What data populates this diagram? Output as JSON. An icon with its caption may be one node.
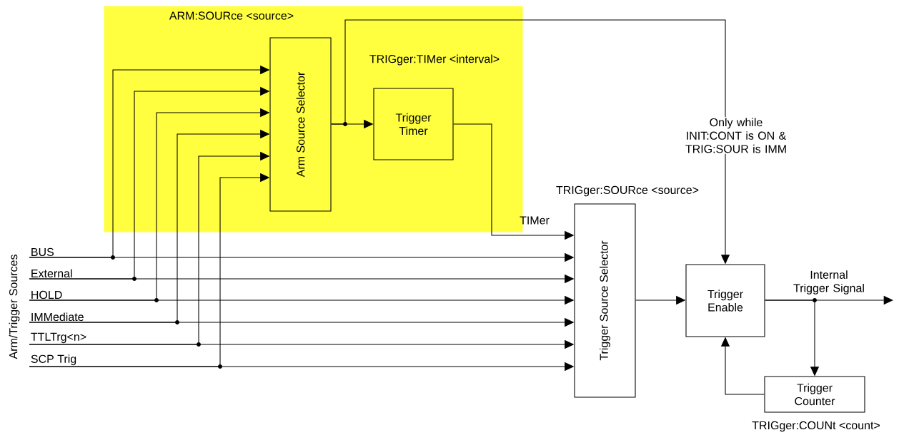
{
  "diagram": {
    "nodes": [
      {
        "text": [
          "ARM:SOURce <source>"
        ]
      },
      {
        "text": [
          "Arm Source Selector"
        ],
        "in": 0
      },
      {
        "text": [
          "Trigger Timer"
        ],
        "in": 0,
        "beside": [
          "TRIGger:TIMer <interval>"
        ]
      },
      {
        "text": [
          "Trigger Source Selector"
        ],
        "beside": [
          "TRIGger:SOURce <source>"
        ]
      },
      {
        "text": [
          "Trigger Enable"
        ]
      },
      {
        "text": [
          "Trigger Counter"
        ],
        "beside": [
          "TRIGger:COUNt <count>"
        ]
      },
      {
        "text": [
          "BUS"
        ]
      },
      {
        "text": [
          "External"
        ]
      },
      {
        "text": [
          "HOLD"
        ]
      },
      {
        "text": [
          "IMMediate"
        ]
      },
      {
        "text": [
          "TTLTrg<n>"
        ]
      },
      {
        "text": [
          "SCP Trig"
        ]
      }
    ],
    "edges": [
      {
        "from": 6,
        "to": 1,
        "arrow": "to"
      },
      {
        "from": 6,
        "to": 3,
        "arrow": "to"
      },
      {
        "from": 7,
        "to": 1,
        "arrow": "to"
      },
      {
        "from": 7,
        "to": 3,
        "arrow": "to"
      },
      {
        "from": 8,
        "to": 1,
        "arrow": "to"
      },
      {
        "from": 8,
        "to": 3,
        "arrow": "to"
      },
      {
        "from": 9,
        "to": 1,
        "arrow": "to"
      },
      {
        "from": 9,
        "to": 3,
        "arrow": "to"
      },
      {
        "from": 10,
        "to": 1,
        "arrow": "to"
      },
      {
        "from": 10,
        "to": 3,
        "arrow": "to"
      },
      {
        "from": 11,
        "to": 1,
        "arrow": "to"
      },
      {
        "from": 11,
        "to": 3,
        "arrow": "to"
      },
      {
        "from": 1,
        "to": 2,
        "arrow": "to"
      },
      {
        "from": 1,
        "to": 4,
        "arrow": "to",
        "label": "Only while INIT:CONT is ON & TRIG:SOUR is IMM"
      },
      {
        "from": 2,
        "to": 3,
        "arrow": "to",
        "label": "TIMer"
      },
      {
        "from": 3,
        "to": 4,
        "arrow": "to"
      },
      {
        "from": 4,
        "to": null,
        "arrow": "to",
        "label": "Internal Trigger Signal"
      },
      {
        "from": 4,
        "to": 5,
        "arrow": "to"
      },
      {
        "from": 5,
        "to": 4,
        "arrow": "to"
      }
    ],
    "labels": [
      "Arm/Trigger Sources"
    ]
  }
}
